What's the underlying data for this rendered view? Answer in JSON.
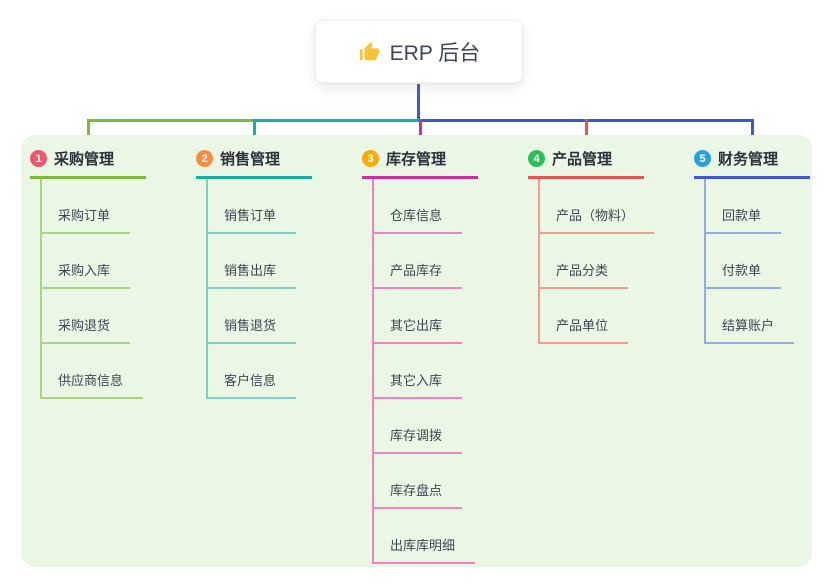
{
  "root": {
    "title": "ERP 后台",
    "icon": "thumbs-up-icon"
  },
  "panel_color": "#eaf7e4",
  "connector_color": "#4457cd",
  "branches": [
    {
      "num": "1",
      "label": "采购管理",
      "badge_color": "#f2566a",
      "line_color": "#7cb93e",
      "child_line_color": "#a9d488",
      "children": [
        "采购订单",
        "采购入库",
        "采购退货",
        "供应商信息"
      ]
    },
    {
      "num": "2",
      "label": "销售管理",
      "badge_color": "#fb8b41",
      "line_color": "#14b0a6",
      "child_line_color": "#7fcfc7",
      "children": [
        "销售订单",
        "销售出库",
        "销售退货",
        "客户信息"
      ]
    },
    {
      "num": "3",
      "label": "库存管理",
      "badge_color": "#fbab07",
      "line_color": "#cf2d9e",
      "child_line_color": "#ef84c4",
      "children": [
        "仓库信息",
        "产品库存",
        "其它出库",
        "其它入库",
        "库存调拨",
        "库存盘点",
        "出库库明细"
      ]
    },
    {
      "num": "4",
      "label": "产品管理",
      "badge_color": "#2ebd59",
      "line_color": "#ea564f",
      "child_line_color": "#f49a94",
      "children": [
        "产品（物料）",
        "产品分类",
        "产品单位"
      ]
    },
    {
      "num": "5",
      "label": "财务管理",
      "badge_color": "#2aa1dc",
      "line_color": "#4257cb",
      "child_line_color": "#94a8e1",
      "children": [
        "回款单",
        "付款单",
        "结算账户"
      ]
    }
  ]
}
